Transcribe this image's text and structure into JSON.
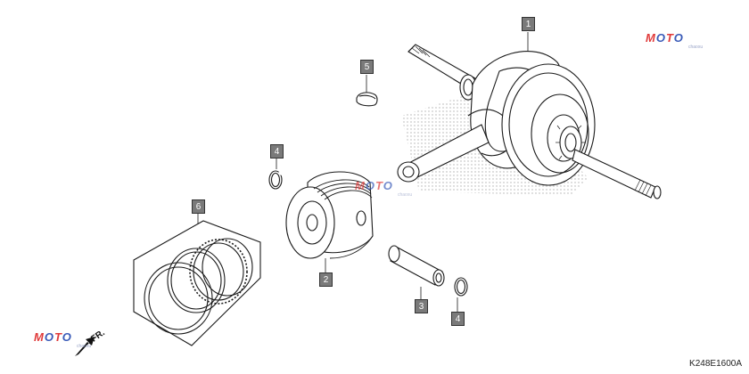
{
  "diagram": {
    "parts": [
      {
        "id": "crankshaft",
        "number": "1"
      },
      {
        "id": "piston",
        "number": "2"
      },
      {
        "id": "piston-pin",
        "number": "3"
      },
      {
        "id": "pin-clip-left",
        "number": "4"
      },
      {
        "id": "pin-clip-right",
        "number": "4"
      },
      {
        "id": "woodruff-key",
        "number": "5"
      },
      {
        "id": "piston-ring-set",
        "number": "6"
      }
    ],
    "direction_label": "FR.",
    "drawing_code": "K248E1600A"
  },
  "watermark": {
    "text_m": "M",
    "text_o1": "O",
    "text_t": "T",
    "text_o2": "O",
    "sub": "chaoxu",
    "colors": {
      "red": "#e03a3a",
      "blue": "#3a5bb8"
    }
  },
  "colors": {
    "line": "#1a1a1a",
    "callout_fill": "#7a7a7a",
    "dots": "#9a9a9a"
  }
}
